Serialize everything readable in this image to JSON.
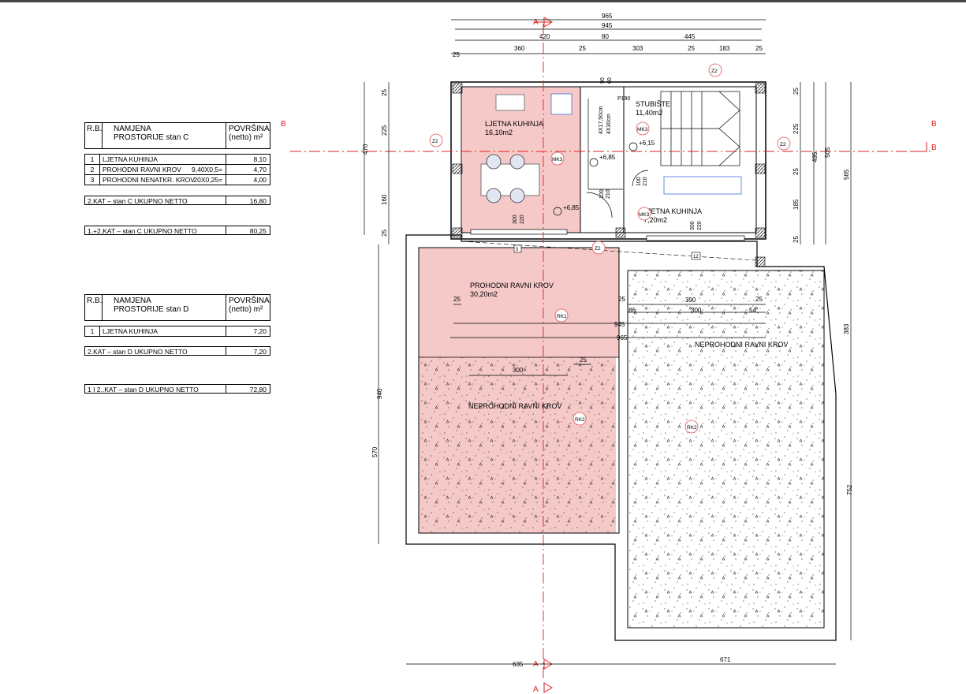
{
  "table_c": {
    "header": {
      "rb": "R.B.",
      "namjena_1": "NAMJENA",
      "namjena_2": "PROSTORIJE  stan C",
      "povrsina_1": "POVRŠINA",
      "povrsina_2": "(netto) m²"
    },
    "rows": [
      {
        "n": "1",
        "name": "LJETNA KUHINJA",
        "dims": "",
        "value": "8,10"
      },
      {
        "n": "2",
        "name": "PROHODNI RAVNI KROV",
        "dims": "9,40X0,5=",
        "value": "4,70"
      },
      {
        "n": "3",
        "name": "PROHODNI NENATKR. KROV",
        "dims": "20X0,25=",
        "value": "4,00"
      }
    ],
    "total_floor": {
      "label": "2.KAT – stan C UKUPNO NETTO",
      "value": "16,80"
    },
    "total_all": {
      "label": "1.+2.KAT – stan C UKUPNO NETTO",
      "value": "80,25"
    }
  },
  "table_d": {
    "header": {
      "rb": "R.B.",
      "namjena_1": "NAMJENA",
      "namjena_2": "PROSTORIJE  stan D",
      "povrsina_1": "POVRŠINA",
      "povrsina_2": "(netto) m²"
    },
    "rows": [
      {
        "n": "1",
        "name": "LJETNA KUHINJA",
        "value": "7,20"
      }
    ],
    "total_floor": {
      "label": "2.KAT – stan D UKUPNO NETTO",
      "value": "7,20"
    },
    "total_all": {
      "label": "1 I 2..KAT – stan D UKUPNO NETTO",
      "value": "72,80"
    }
  },
  "plan": {
    "section_a": "A",
    "section_b": "B",
    "rooms": {
      "kuhinja_c_name": "LJETNA KUHINJA",
      "kuhinja_c_area": "16,10m2",
      "stubiste_name": "STUBIŠTE",
      "stubiste_area": "11,40m2",
      "kuhinja_d_name": "LJETNA KUHINJA",
      "kuhinja_d_area": "7,20m2",
      "prohodni_name": "PROHODNI RAVNI KROV",
      "prohodni_area": "30,20m2",
      "neprohodni_1": "NEPROHODNI RAVNI KROV",
      "neprohodni_2": "NEPROHODNI RAVNI KROV"
    },
    "tags": {
      "z2": "Z2",
      "mk3": "MK3",
      "rk1": "RK1",
      "rk2": "RK2"
    },
    "levels": {
      "l1": "+6,85",
      "l2": "+6,85",
      "l3": "+6,15"
    },
    "stairs": {
      "s1": "4X17,50cm",
      "s2": "4X30cm",
      "p190": "P190",
      "door1a": "100",
      "door1b": "210",
      "door2a": "100",
      "door2b": "210",
      "win1a": "300",
      "win1b": "220",
      "win2a": "300",
      "win2b": "220",
      "small60": "60",
      "small190": "90",
      "mark5": "5",
      "mark12": "12"
    },
    "dims_top": {
      "d965": "965",
      "d945": "945",
      "d420": "420",
      "d80": "80",
      "d445": "445",
      "d25a": "25",
      "d360": "360",
      "d25b": "25",
      "d303": "303",
      "d25c": "25",
      "d183": "183",
      "d25d": "25"
    },
    "dims_left": {
      "d470": "470",
      "d225": "225",
      "d25a": "25",
      "d160": "160",
      "d25b": "25",
      "d940": "940",
      "d570": "570"
    },
    "dims_right": {
      "d25a": "25",
      "d225": "225",
      "d25b": "25",
      "d185": "185",
      "d25c": "25",
      "d495": "495",
      "d505": "505",
      "d565": "565",
      "d383": "383",
      "d752": "752"
    },
    "dims_inner": {
      "d25a": "25",
      "d25b": "25",
      "d390": "390",
      "d25c": "25",
      "d86": "86",
      "d300a": "300",
      "d54": "54",
      "d945": "945",
      "d965": "965",
      "d300b": "300",
      "d25d": "25"
    },
    "dims_bottom": {
      "d635": "635",
      "d671": "671"
    }
  }
}
